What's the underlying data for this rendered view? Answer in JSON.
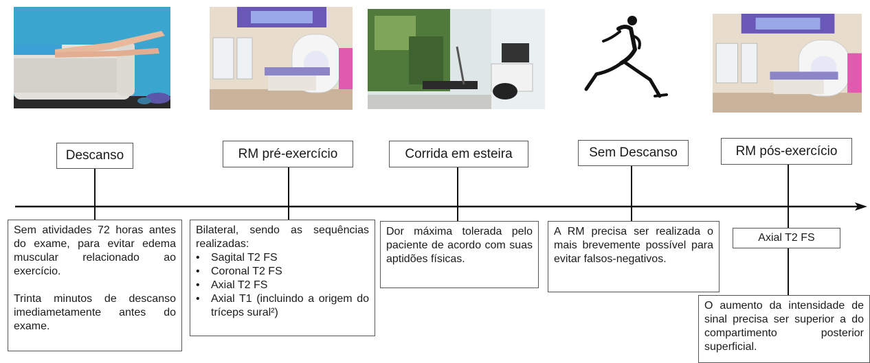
{
  "stages": [
    {
      "label": "Descanso"
    },
    {
      "label": "RM pré-exercício"
    },
    {
      "label": "Corrida em esteira"
    },
    {
      "label": "Sem Descanso"
    },
    {
      "label": "RM pós-exercício"
    }
  ],
  "descanso": {
    "p1": "Sem atividades 72 horas antes do exame, para evitar edema muscular relacionado ao exercício.",
    "p2": "Trinta minutos de descanso imediametamente antes do exame."
  },
  "rm_pre": {
    "intro": "Bilateral, sendo as sequências realizadas:",
    "items": [
      "Sagital T2 FS",
      "Coronal T2 FS",
      "Axial T2 FS",
      "Axial T1 (incluindo a origem do tríceps sural²)"
    ]
  },
  "corrida": {
    "text": "Dor máxima tolerada pelo paciente de acordo com suas aptidões físicas."
  },
  "sem_descanso": {
    "text": "A RM precisa ser realizada o mais brevemente possível para evitar falsos-negativos."
  },
  "rm_pos": {
    "sequence": "Axial T2 FS",
    "note": "O aumento da intensidade de sinal precisa ser superior a do compartimento posterior superficial."
  }
}
